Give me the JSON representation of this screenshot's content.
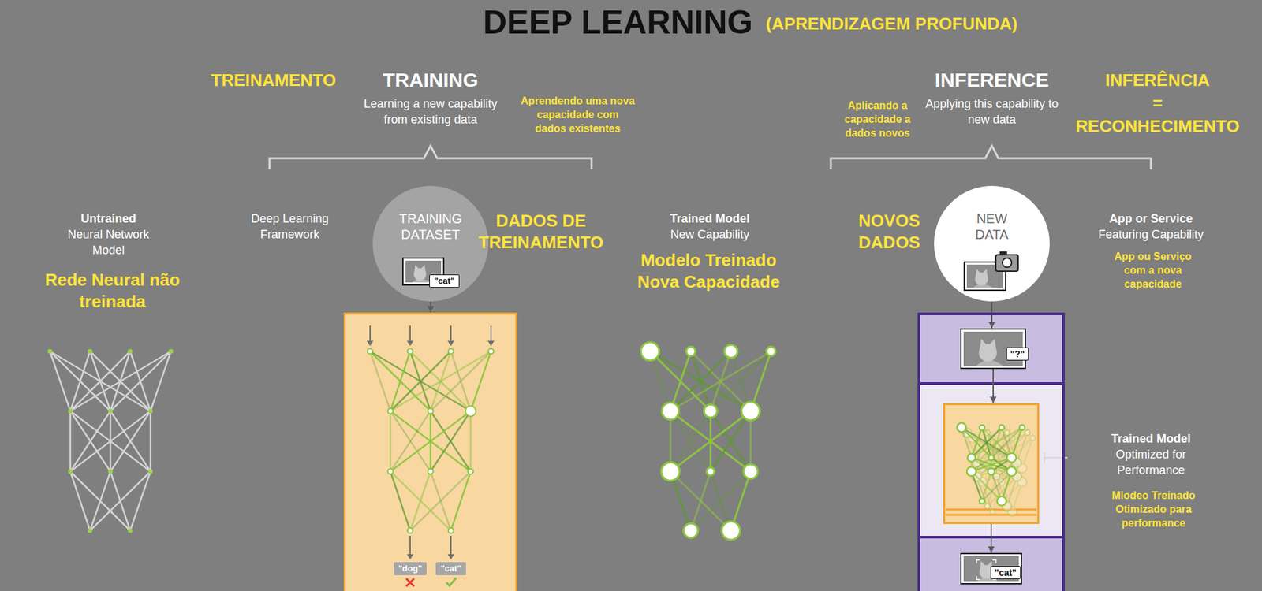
{
  "diagram": {
    "title": "DEEP LEARNING",
    "nodes": [
      {
        "text": [
          "TRAINING DATASET",
          "DADOS DE TREINAMENTO"
        ]
      },
      {
        "text": [
          "\"cat\""
        ],
        "in": 0
      },
      {
        "text": [
          "Deep Learning Framework"
        ]
      },
      {
        "text": [
          "\"dog\""
        ],
        "in": 2
      },
      {
        "text": [
          "\"cat\""
        ],
        "in": 2
      },
      {
        "text": [
          "NEW DATA",
          "NOVOS DADOS"
        ]
      },
      {
        "text": [
          "App or Service Featuring Capability",
          "App ou Serviço com a nova capacidade"
        ]
      },
      {
        "text": [
          "\"?\""
        ],
        "in": 6
      },
      {
        "text": [
          "Trained Model Optimized for Performance",
          "Mlodeo Treinado Otimizado para performance"
        ],
        "in": 6
      },
      {
        "text": [
          "\"cat\""
        ],
        "in": 6
      }
    ],
    "edges": [
      {
        "from": 0,
        "to": 2,
        "arrow": "to"
      },
      {
        "from": 5,
        "to": 7,
        "arrow": "to"
      },
      {
        "from": 7,
        "to": 8,
        "arrow": "to"
      },
      {
        "from": 8,
        "to": 9,
        "arrow": "to"
      }
    ],
    "labels": [
      "(APRENDIZAGEM PROFUNDA)",
      "TREINAMENTO",
      "TRAINING",
      "Learning a new capability from existing data",
      "Aprendendo uma nova capacidade com dados existentes",
      "Aplicando a capacidade a dados novos",
      "INFERENCE",
      "Applying this capability to new data",
      "INFERÊNCIA = RECONHECIMENTO",
      "Untrained Neural Network Model",
      "Rede Neural não treinada",
      "Trained Model New Capability",
      "Modelo Treinado Nova Capacidade"
    ]
  }
}
